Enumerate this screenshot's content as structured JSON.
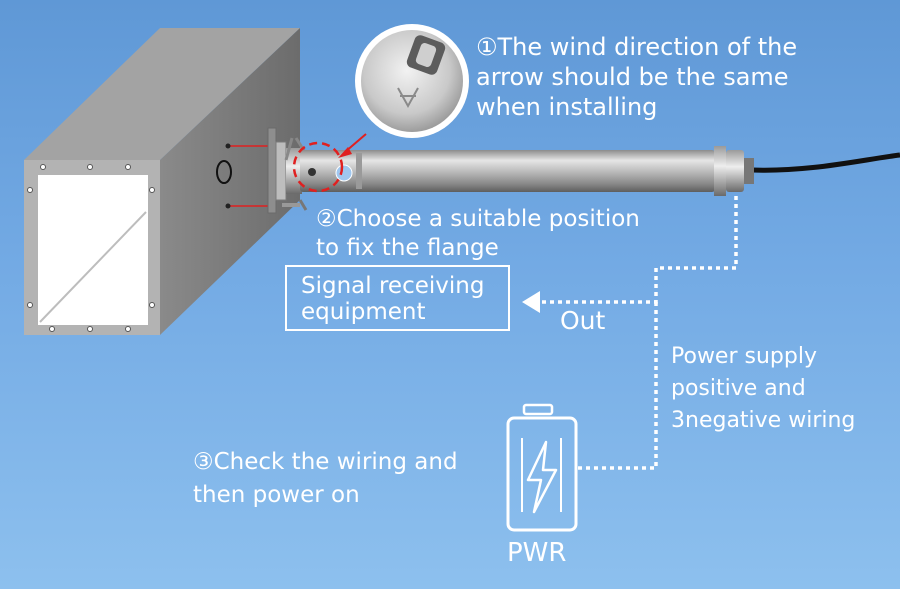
{
  "steps": {
    "step1": "①The wind direction of the\narrow should be the same\nwhen installing",
    "step2": "②Choose a suitable position\nto fix the flange",
    "step3": "③Check the wiring and\nthen power on"
  },
  "labels": {
    "signal_equipment": "Signal receiving\nequipment",
    "out": "Out",
    "power_wiring": "Power supply\npositive and\n3negative wiring",
    "pwr": "PWR"
  },
  "icons": {
    "battery": "battery-lightning-icon",
    "arrow": "red-pointer-arrow-icon"
  },
  "colors": {
    "background_top": "#5f98d6",
    "background_bottom": "#8dc0ee",
    "text": "#ffffff",
    "highlight_red": "#e02020",
    "duct_face": "#b3b3b3",
    "duct_side": "#808080"
  }
}
